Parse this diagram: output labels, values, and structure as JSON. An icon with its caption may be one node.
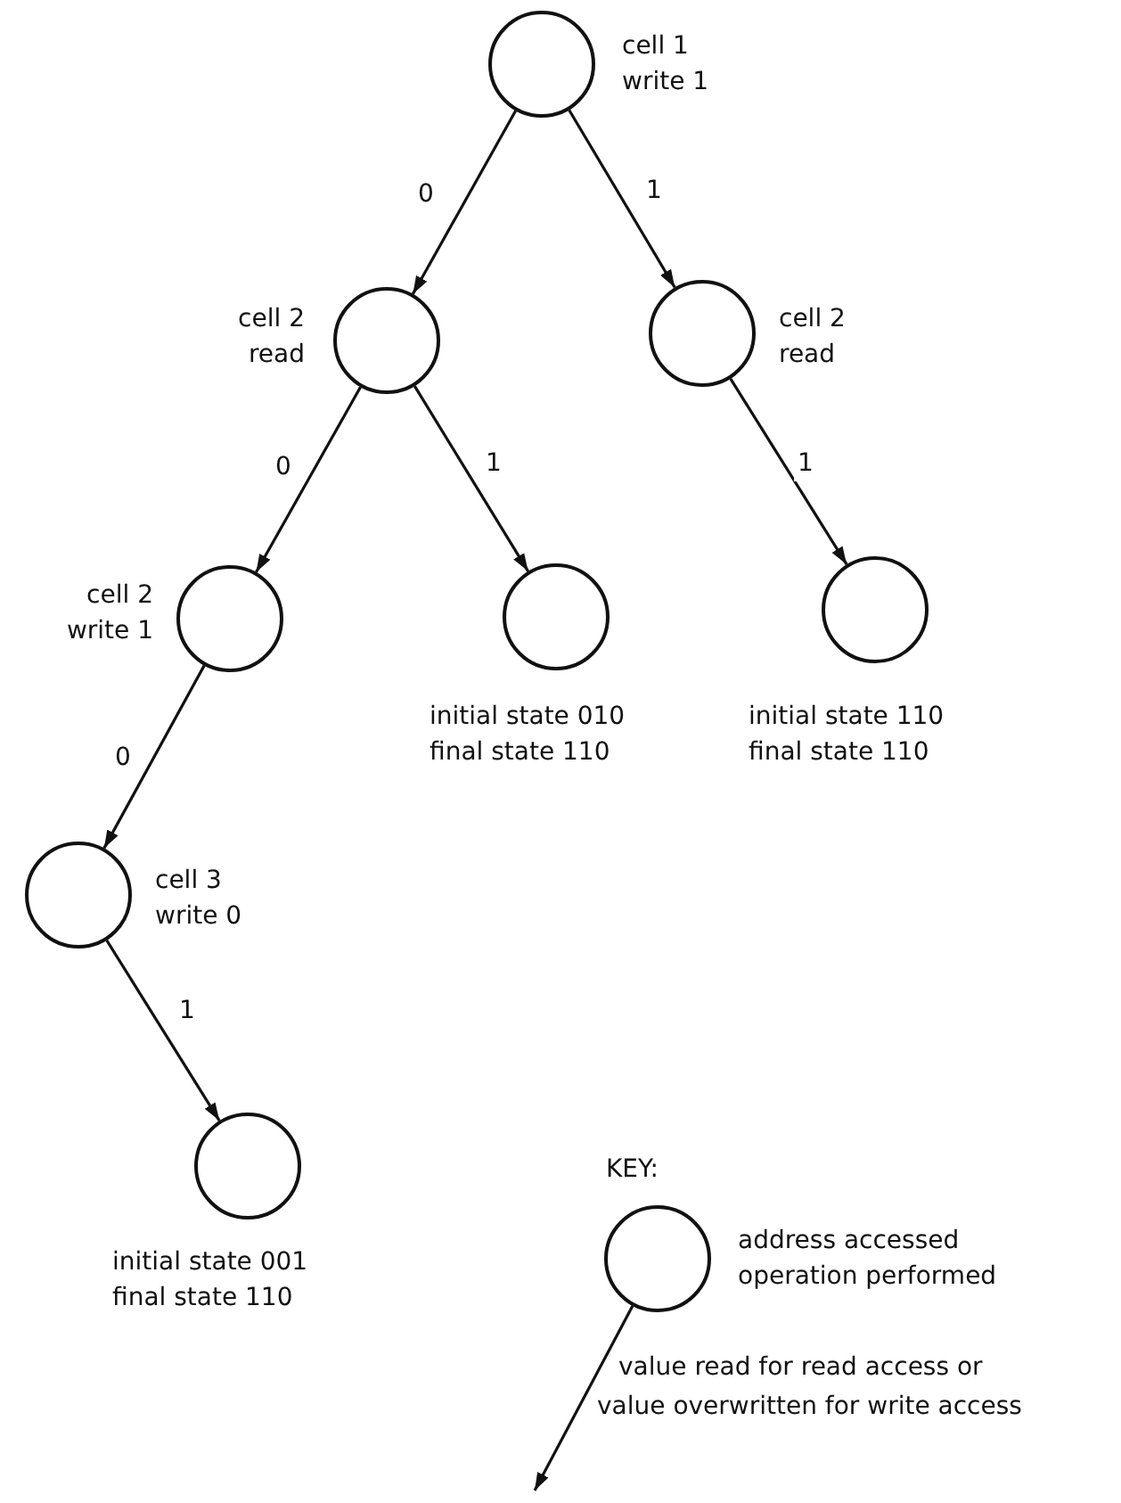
{
  "diagram": {
    "nodes": [
      {
        "text": [],
        "shape": "circle",
        "beside": [
          "cell 1 write 1"
        ]
      },
      {
        "text": [],
        "shape": "circle",
        "beside": [
          "cell 2 read"
        ]
      },
      {
        "text": [],
        "shape": "circle",
        "beside": [
          "cell 2 read"
        ]
      },
      {
        "text": [],
        "shape": "circle",
        "beside": [
          "cell 2 write 1"
        ]
      },
      {
        "text": [],
        "shape": "circle",
        "beside": [
          "initial state 010",
          "final state 110"
        ]
      },
      {
        "text": [],
        "shape": "circle",
        "beside": [
          "initial state 110",
          "final state 110"
        ]
      },
      {
        "text": [],
        "shape": "circle",
        "beside": [
          "cell 3 write 0"
        ]
      },
      {
        "text": [],
        "shape": "circle",
        "beside": [
          "initial state 001",
          "final state 110"
        ]
      },
      {
        "text": [],
        "shape": "circle",
        "beside": [
          "address accessed operation performed"
        ]
      }
    ],
    "edges": [
      {
        "from": 0,
        "to": 1,
        "arrow": "to",
        "label": "0"
      },
      {
        "from": 0,
        "to": 2,
        "arrow": "to",
        "label": "1"
      },
      {
        "from": 1,
        "to": 3,
        "arrow": "to",
        "label": "0"
      },
      {
        "from": 1,
        "to": 4,
        "arrow": "to",
        "label": "1"
      },
      {
        "from": 2,
        "to": 5,
        "arrow": "to",
        "label": "1"
      },
      {
        "from": 3,
        "to": 6,
        "arrow": "to",
        "label": "0"
      },
      {
        "from": 6,
        "to": 7,
        "arrow": "to",
        "label": "1"
      },
      {
        "from": 8,
        "to": null,
        "arrow": "to",
        "label": "value read for read access or value overwritten for write access"
      }
    ],
    "labels": [
      "KEY:"
    ]
  }
}
